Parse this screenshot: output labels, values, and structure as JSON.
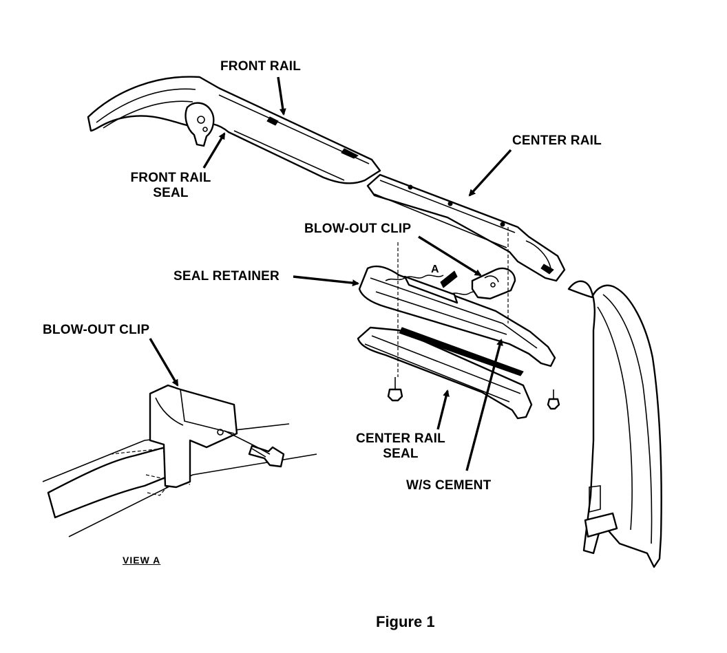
{
  "callouts": {
    "front_rail": "FRONT RAIL",
    "front_rail_seal_line1": "FRONT RAIL",
    "front_rail_seal_line2": "SEAL",
    "center_rail": "CENTER RAIL",
    "blow_out_clip": "BLOW-OUT CLIP",
    "seal_retainer": "SEAL RETAINER",
    "center_rail_seal_line1": "CENTER RAIL",
    "center_rail_seal_line2": "SEAL",
    "ws_cement": "W/S CEMENT",
    "view_marker": "A"
  },
  "inset": {
    "blow_out_clip": "BLOW-OUT CLIP",
    "view_label": "VIEW A"
  },
  "caption": "Figure 1"
}
